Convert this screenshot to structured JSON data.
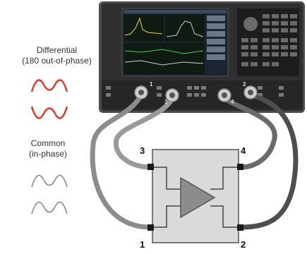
{
  "labels": {
    "differential_title": "Differential",
    "differential_sub": "(180 out-of-phase)",
    "common_title": "Common",
    "common_sub": "(in-phase)"
  },
  "analyzer_ports": [
    "1",
    "3",
    "4",
    "2"
  ],
  "dut_ports": {
    "p1": "1",
    "p2": "2",
    "p3": "3",
    "p4": "4"
  },
  "colors": {
    "differential_wave": "#e0382e",
    "common_wave": "#8a8a8a",
    "cable": "#9a9a9a",
    "dut_fill": "#d9d9d9",
    "amplifier": "#8c8c8c",
    "instrument_body": "#3a3a3a",
    "screen": "#1a2430"
  },
  "icons": {
    "analyzer": "network-analyzer-icon",
    "dut": "differential-amplifier-icon"
  }
}
